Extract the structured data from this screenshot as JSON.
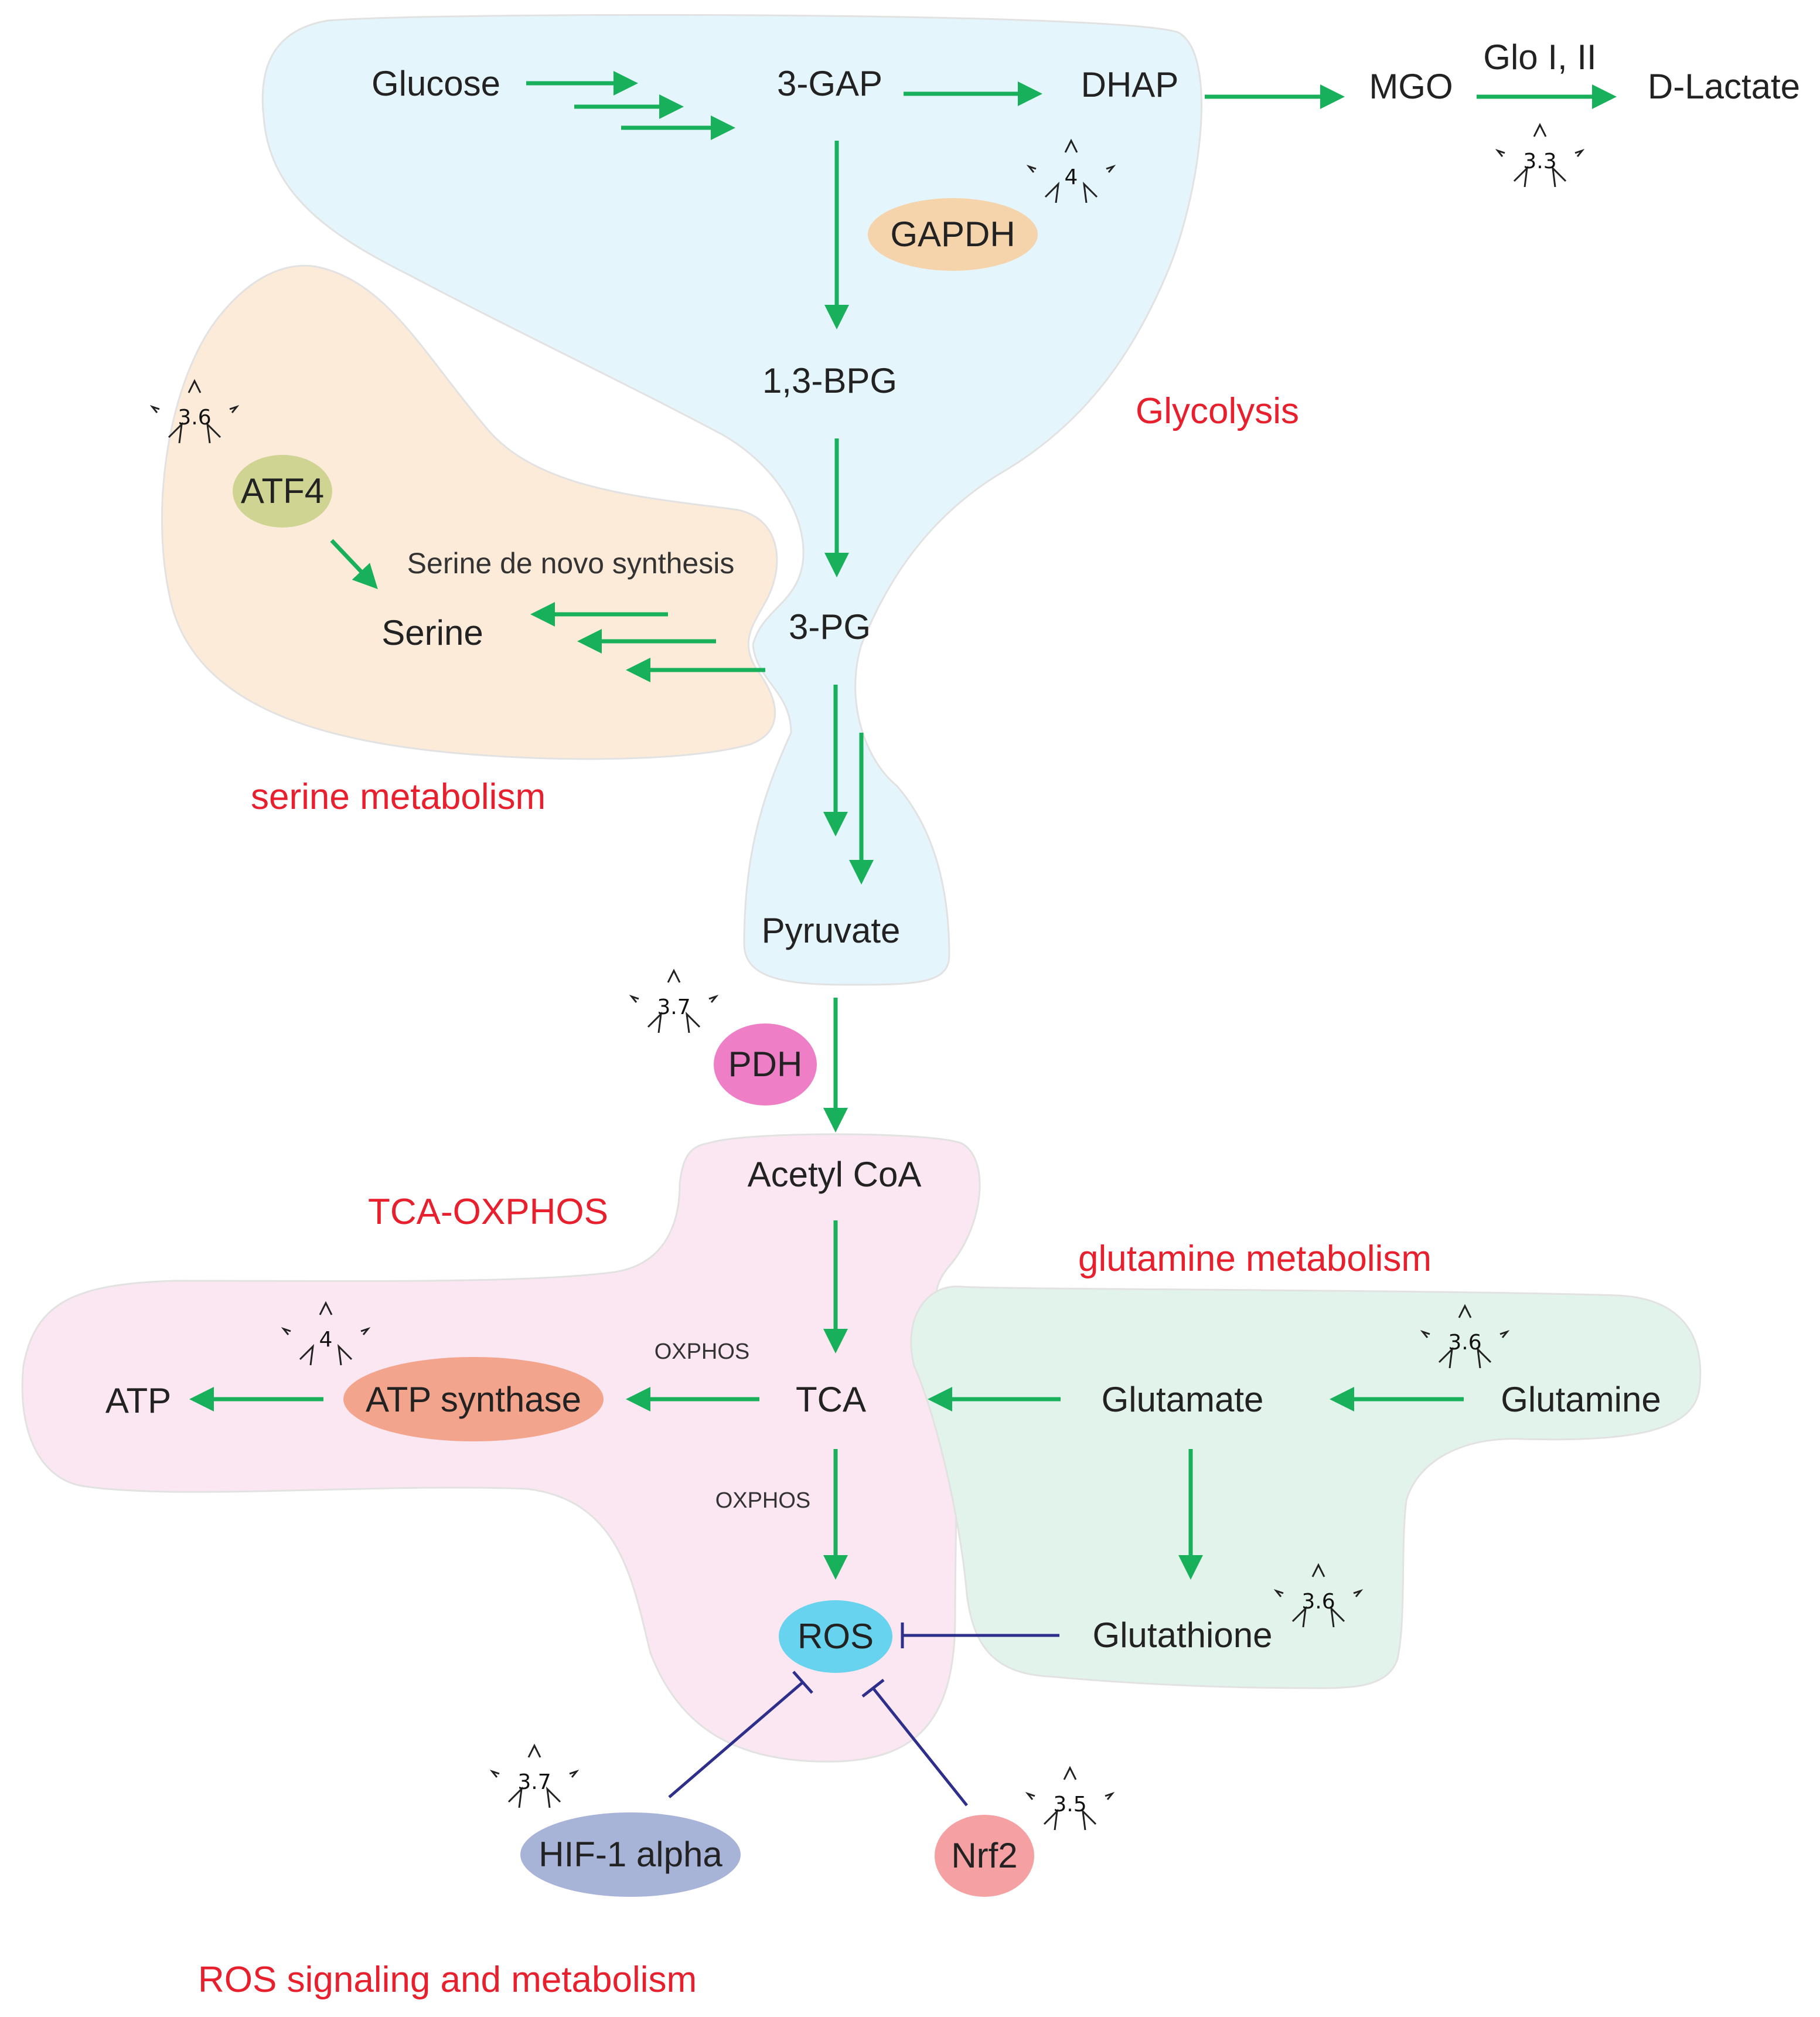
{
  "regions": {
    "glycolysis": "Glycolysis",
    "serine": "serine metabolism",
    "tca": "TCA-OXPHOS",
    "glutamine": "glutamine metabolism",
    "ros": "ROS signaling and metabolism"
  },
  "nodes": {
    "glucose": "Glucose",
    "gap": "3-GAP",
    "dhap": "DHAP",
    "mgo": "MGO",
    "dlactate": "D-Lactate",
    "glo": "Glo I, II",
    "gapdh": "GAPDH",
    "bpg": "1,3-BPG",
    "pg": "3-PG",
    "pyruvate": "Pyruvate",
    "atf4": "ATF4",
    "serine_synth": "Serine de novo synthesis",
    "serine": "Serine",
    "pdh": "PDH",
    "acetyl_coa": "Acetyl CoA",
    "tca": "TCA",
    "oxphos_left": "OXPHOS",
    "oxphos_down": "OXPHOS",
    "atp_synthase": "ATP synthase",
    "atp": "ATP",
    "ros": "ROS",
    "glutamate": "Glutamate",
    "glutamine": "Glutamine",
    "glutathione": "Glutathione",
    "hif1a": "HIF-1 alpha",
    "nrf2": "Nrf2"
  },
  "stars": {
    "gapdh": "4",
    "glo": "3.3",
    "atf4": "3.6",
    "pdh": "3.7",
    "atp_synthase": "4",
    "glutamine": "3.6",
    "glutathione": "3.6",
    "hif1a": "3.7",
    "nrf2": "3.5"
  },
  "colors": {
    "glycolysis_bg": "#e5f5fc",
    "serine_bg": "#fcebd9",
    "tca_bg": "#fbe7f1",
    "glutamine_bg": "#e2f3ec",
    "arrow": "#18b05a",
    "inhibit": "#2e2f8a",
    "label_red": "#e8202e",
    "gapdh": "#f5d4ab",
    "atf4": "#cfd493",
    "pdh": "#ee7fc7",
    "atp_synthase": "#f3a48d",
    "ros": "#68d3ee",
    "hif1a": "#a8b3d8",
    "nrf2": "#f5a0a2"
  }
}
